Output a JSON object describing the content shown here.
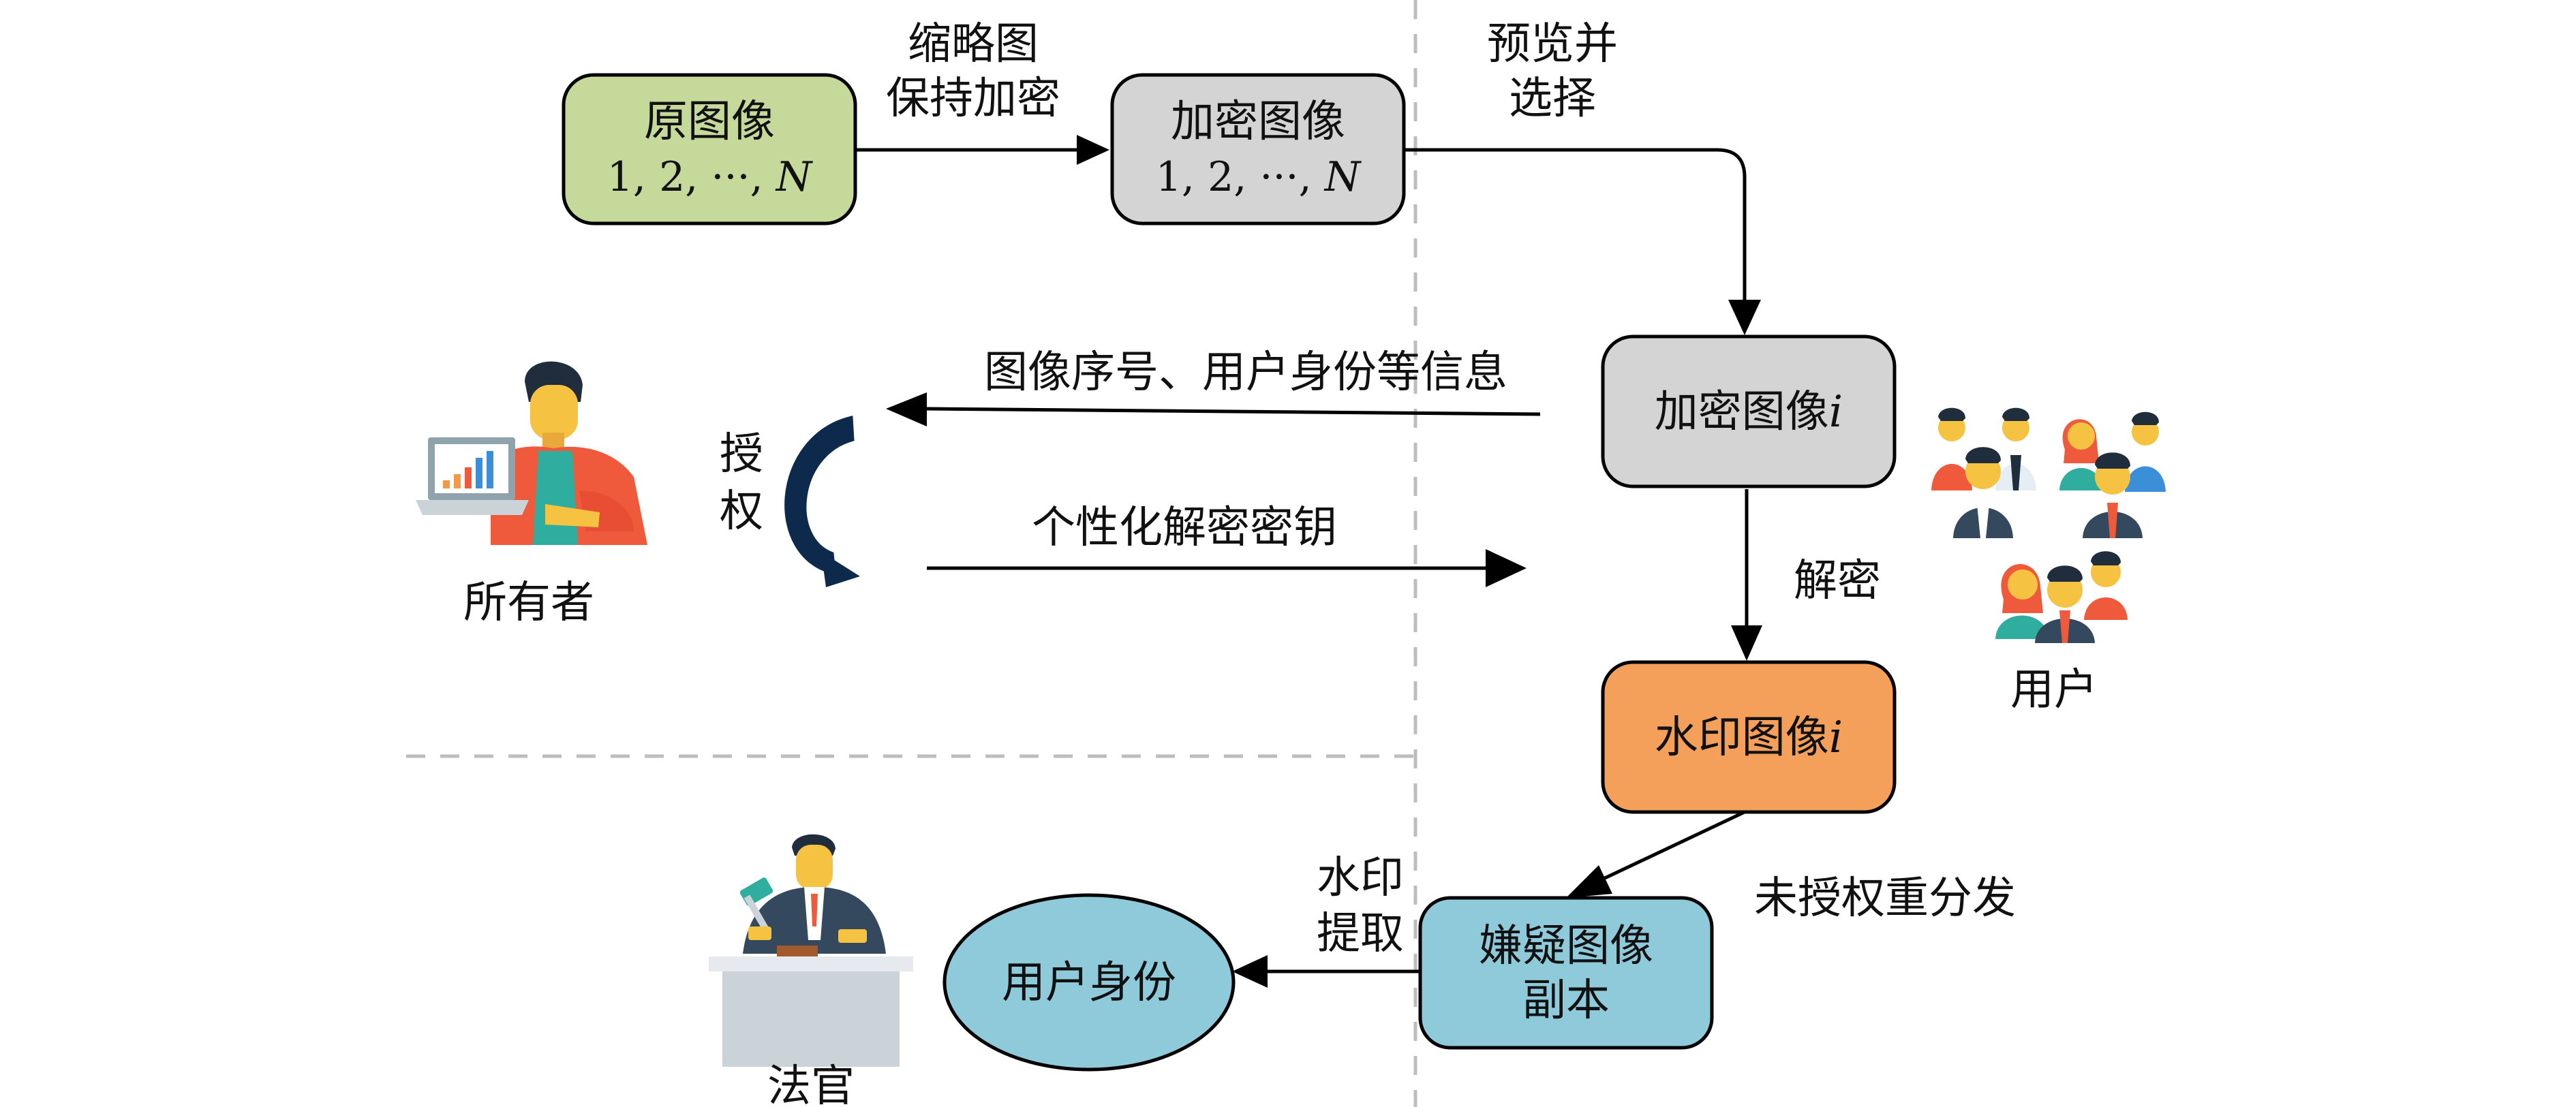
{
  "nodes": {
    "original": {
      "title": "原图像",
      "sub_prefix": "1, 2, ···, ",
      "sub_var": "N",
      "color": "#c5d99a"
    },
    "encrypted_all": {
      "title": "加密图像",
      "sub_prefix": "1, 2, ···, ",
      "sub_var": "N",
      "color": "#d4d4d4"
    },
    "encrypted_i": {
      "title": "加密图像",
      "var": "i",
      "color": "#d4d4d4"
    },
    "watermarked_i": {
      "title": "水印图像",
      "var": "i",
      "color": "#f4a05b"
    },
    "suspect_copy": {
      "line1": "嫌疑图像",
      "line2": "副本",
      "color": "#8fcadb"
    },
    "user_identity": {
      "title": "用户身份",
      "color": "#8fcadb"
    }
  },
  "edge_labels": {
    "thumbnail_line1": "缩略图",
    "thumbnail_line2": "保持加密",
    "preview_line1": "预览并",
    "preview_line2": "选择",
    "request_info": "图像序号、用户身份等信息",
    "authorize_line1": "授",
    "authorize_line2": "权",
    "personal_key": "个性化解密密钥",
    "decrypt": "解密",
    "redistribute": "未授权重分发",
    "extract_line1": "水印",
    "extract_line2": "提取"
  },
  "actors": {
    "owner": "所有者",
    "users": "用户",
    "judge": "法官"
  },
  "icons": {
    "owner": "owner-with-laptop-icon",
    "users": "user-group-icon",
    "judge": "judge-with-gavel-icon",
    "authorize": "curved-arrow-icon"
  }
}
